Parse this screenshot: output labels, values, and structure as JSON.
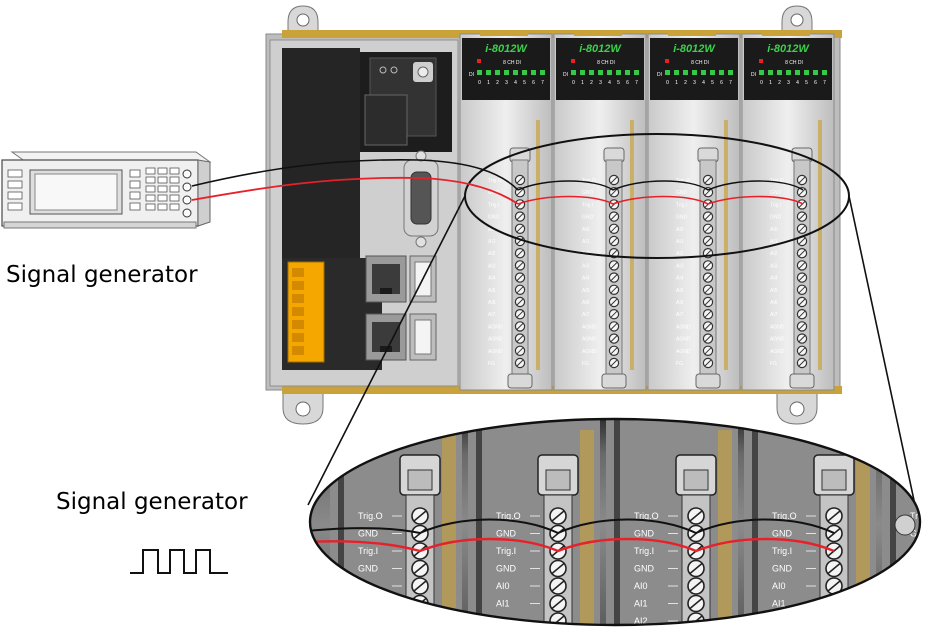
{
  "captions": {
    "generator_top": "Signal generator",
    "generator_bottom": "Signal generator"
  },
  "module": {
    "model": "i-8012W",
    "led_header": "8 CH DI",
    "led_numbers": [
      "0",
      "1",
      "2",
      "3",
      "4",
      "5",
      "6",
      "7"
    ],
    "led_side": "DI"
  },
  "terminal_labels": [
    "Trig.O",
    "GND",
    "Trig.I",
    "GND",
    "AI0",
    "AI1",
    "AI2",
    "AI3",
    "AI4",
    "AI5",
    "AI6",
    "AI7",
    "AGND",
    "AGND",
    "AGND",
    "FG"
  ],
  "zoom_labels": [
    "Trig.O",
    "GND",
    "Trig.I",
    "GND",
    "AI0",
    "AI1",
    "AI2"
  ],
  "colors": {
    "signal_wire": "#e8202a",
    "ground_wire": "#111111",
    "module_title": "#39d24a",
    "connector": "#f5a700"
  }
}
